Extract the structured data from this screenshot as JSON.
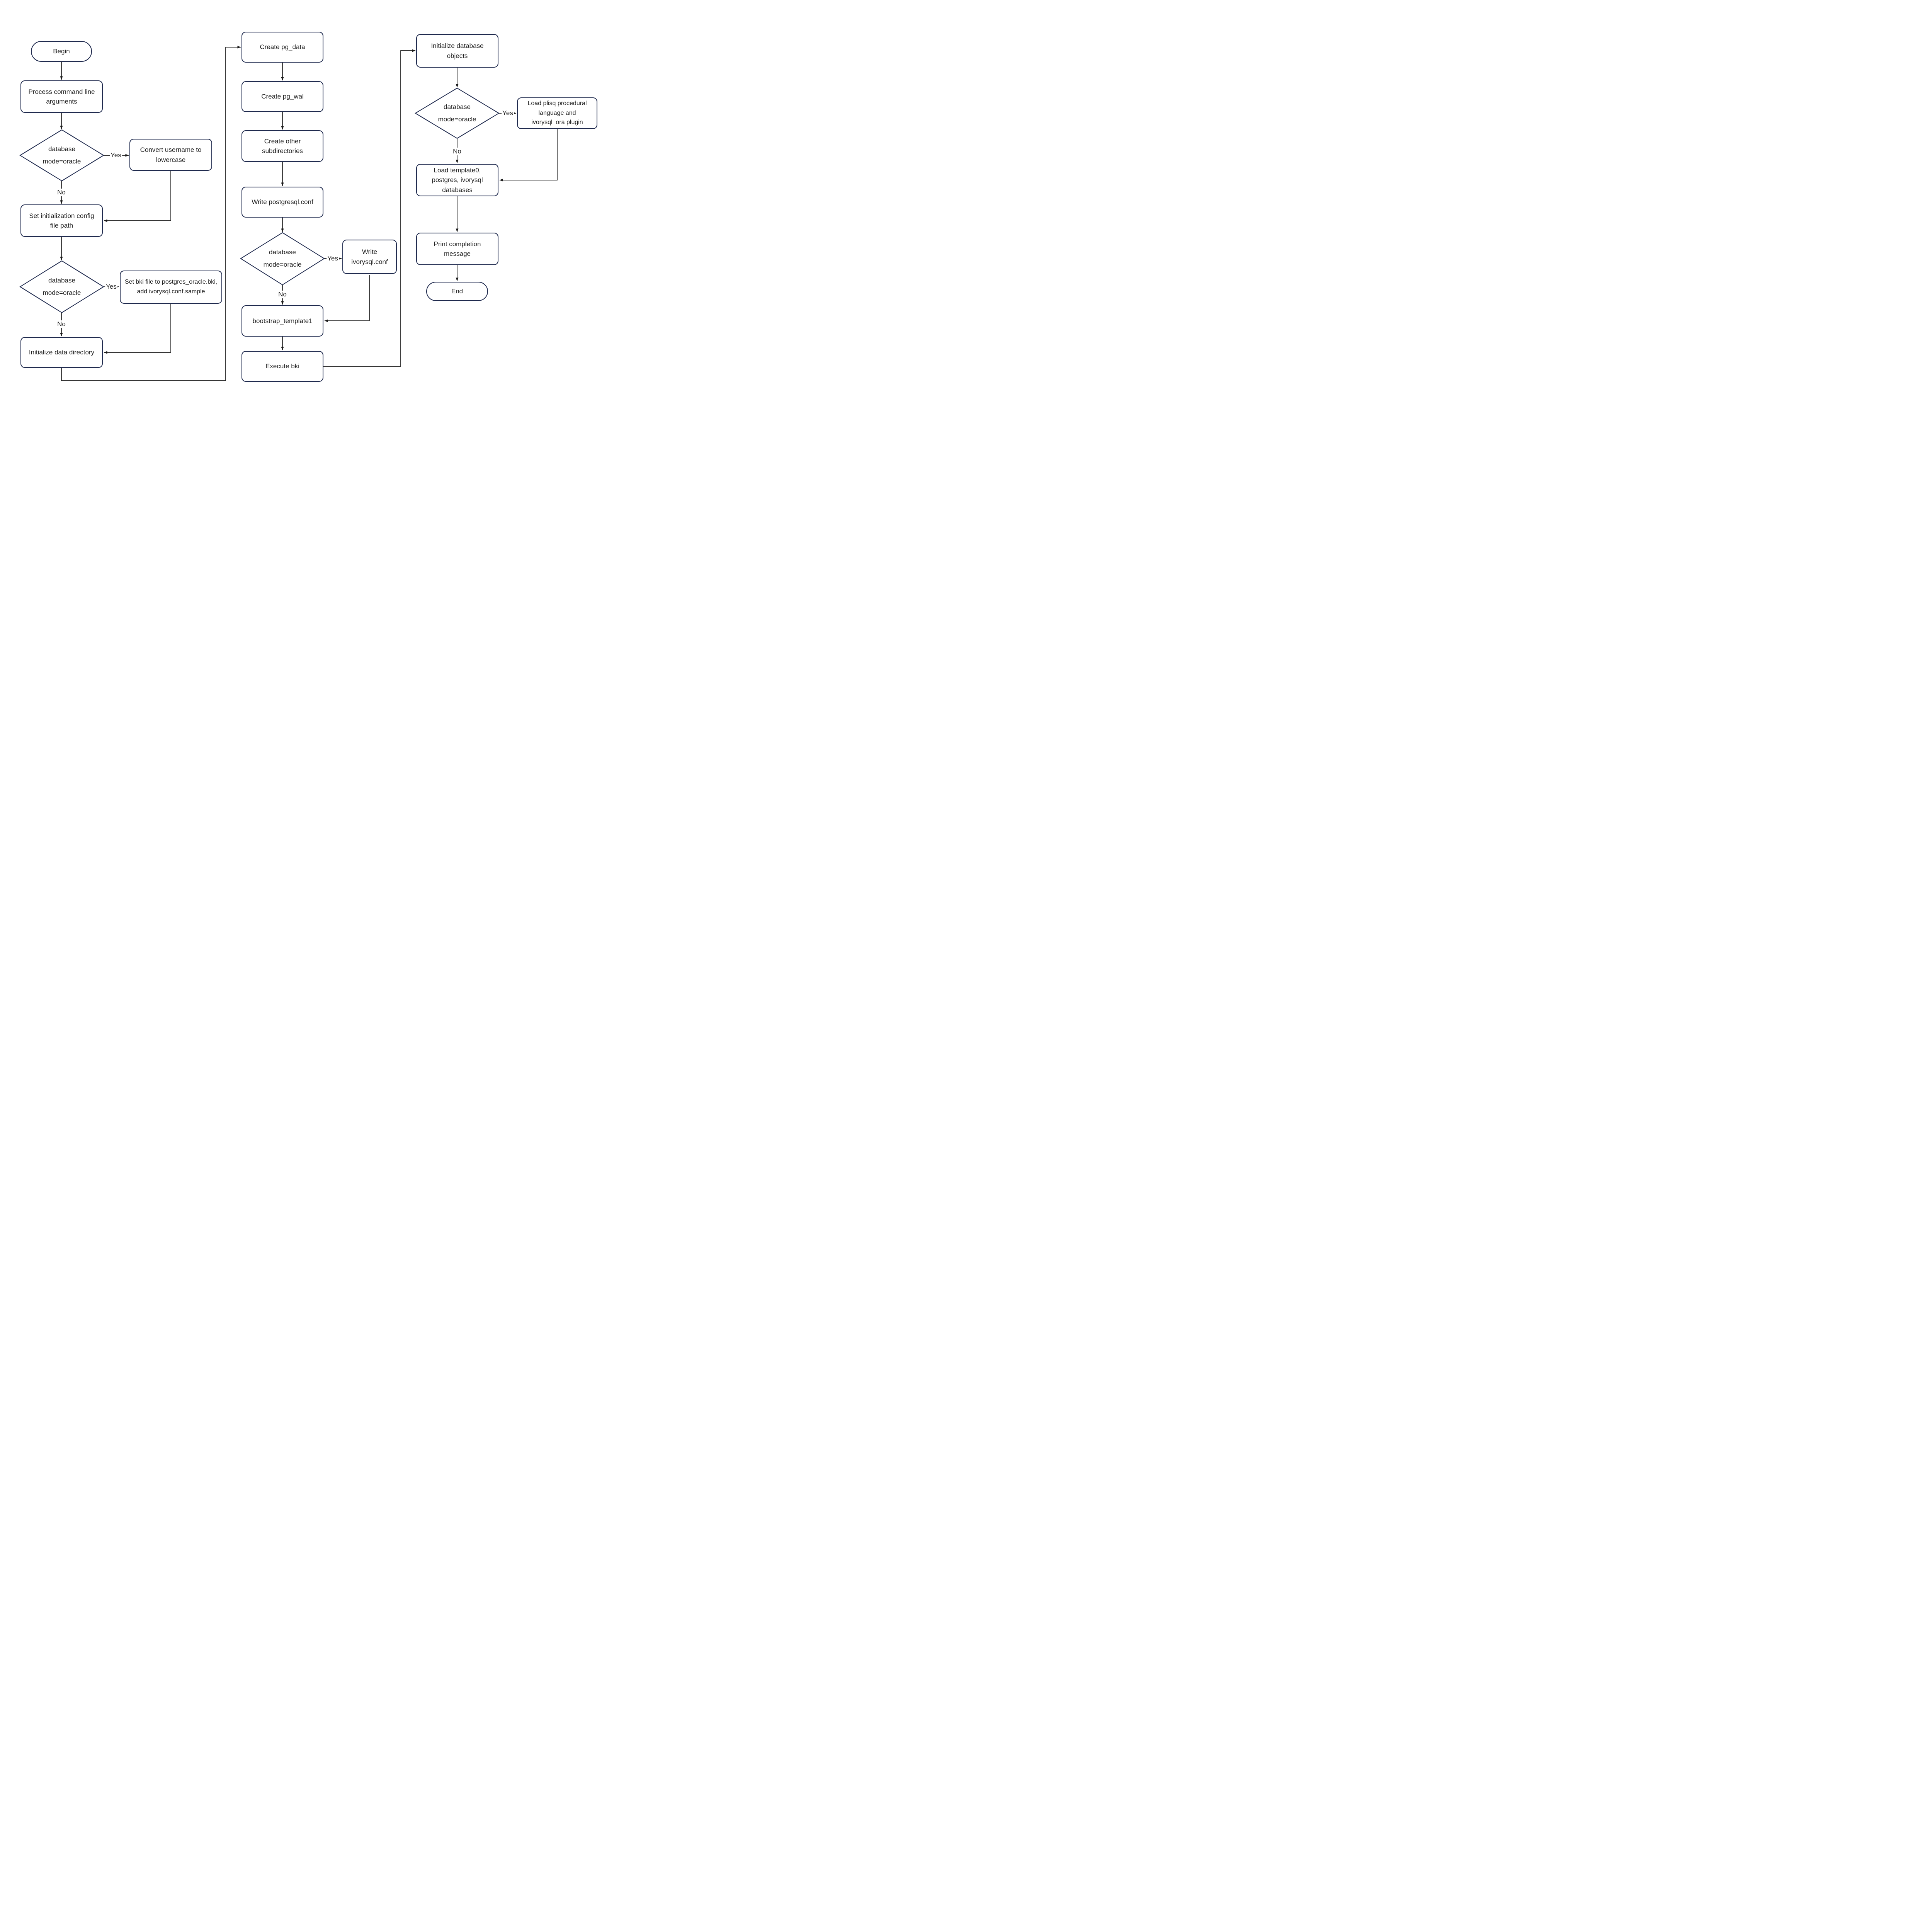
{
  "diagram": {
    "background_color": "#ffffff",
    "node_fill_color": "#ffffff",
    "node_border_color": "#1f2a4e",
    "text_color": "#1d1d1d",
    "arrow_color": "#1a1a1a",
    "labels": {
      "yes": "Yes",
      "no": "No"
    },
    "nodes": {
      "begin": {
        "type": "terminator",
        "label": "Begin"
      },
      "process_args": {
        "type": "process",
        "label": "Process command line arguments"
      },
      "decision1": {
        "type": "decision",
        "label": "database mode=oracle"
      },
      "convert_username": {
        "type": "process",
        "label": "Convert username to lowercase"
      },
      "set_config_path": {
        "type": "process",
        "label": "Set initialization config file path"
      },
      "decision2": {
        "type": "decision",
        "label": "database mode=oracle"
      },
      "set_bki": {
        "type": "process",
        "label": "Set bki file to postgres_oracle.bki, add ivorysql.conf.sample"
      },
      "init_data_dir": {
        "type": "process",
        "label": "Initialize data directory"
      },
      "create_pg_data": {
        "type": "process",
        "label": "Create pg_data"
      },
      "create_pg_wal": {
        "type": "process",
        "label": "Create pg_wal"
      },
      "create_other_subdirs": {
        "type": "process",
        "label": "Create other subdirectories"
      },
      "write_postgresql_conf": {
        "type": "process",
        "label": "Write postgresql.conf"
      },
      "decision3": {
        "type": "decision",
        "label": "database mode=oracle"
      },
      "write_ivorysql_conf": {
        "type": "process",
        "label": "Write ivorysql.conf"
      },
      "bootstrap_template1": {
        "type": "process",
        "label": "bootstrap_template1"
      },
      "execute_bki": {
        "type": "process",
        "label": "Execute bki"
      },
      "init_db_objects": {
        "type": "process",
        "label": "Initialize database objects"
      },
      "decision4": {
        "type": "decision",
        "label": "database mode=oracle"
      },
      "load_plisq_plugin": {
        "type": "process",
        "label": "Load plisq procedural language and ivorysql_ora plugin"
      },
      "load_template_dbs": {
        "type": "process",
        "label": "Load template0, postgres, ivorysql databases"
      },
      "print_completion": {
        "type": "process",
        "label": "Print completion message"
      },
      "end": {
        "type": "terminator",
        "label": "End"
      }
    }
  }
}
